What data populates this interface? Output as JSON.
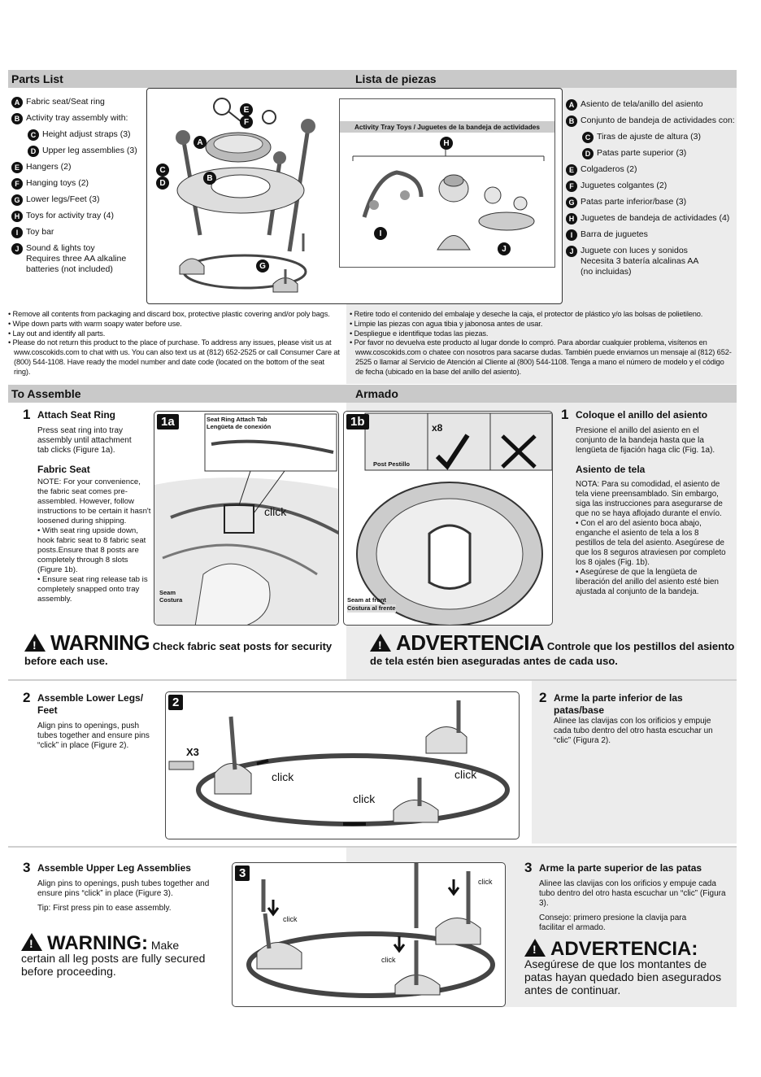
{
  "parts": {
    "en_title": "Parts List",
    "es_title": "Lista de piezas",
    "en_items": [
      {
        "id": "A",
        "text": "Fabric seat/Seat ring",
        "sub": false
      },
      {
        "id": "B",
        "text": "Activity tray assembly with:",
        "sub": false
      },
      {
        "id": "C",
        "text": "Height adjust straps (3)",
        "sub": true
      },
      {
        "id": "D",
        "text": "Upper leg assemblies (3)",
        "sub": true
      },
      {
        "id": "E",
        "text": "Hangers (2)",
        "sub": false
      },
      {
        "id": "F",
        "text": "Hanging toys (2)",
        "sub": false
      },
      {
        "id": "G",
        "text": "Lower legs/Feet (3)",
        "sub": false
      },
      {
        "id": "H",
        "text": "Toys for activity tray (4)",
        "sub": false
      },
      {
        "id": "I",
        "text": "Toy bar",
        "sub": false
      },
      {
        "id": "J",
        "text": "Sound & lights toy\nRequires three AA alkaline\nbatteries (not included)",
        "sub": false
      }
    ],
    "es_items": [
      {
        "id": "A",
        "text": "Asiento de tela/anillo del asiento",
        "sub": false
      },
      {
        "id": "B",
        "text": "Conjunto de bandeja de actividades con:",
        "sub": false
      },
      {
        "id": "C",
        "text": "Tiras de ajuste de altura (3)",
        "sub": true
      },
      {
        "id": "D",
        "text": "Patas parte superior (3)",
        "sub": true
      },
      {
        "id": "E",
        "text": "Colgaderos (2)",
        "sub": false
      },
      {
        "id": "F",
        "text": "Juguetes colgantes (2)",
        "sub": false
      },
      {
        "id": "G",
        "text": "Patas parte inferior/base (3)",
        "sub": false
      },
      {
        "id": "H",
        "text": "Juguetes de bandeja de actividades (4)",
        "sub": false
      },
      {
        "id": "I",
        "text": "Barra de juguetes",
        "sub": false
      },
      {
        "id": "J",
        "text": "Juguete con luces y sonidos\nNecesita 3 batería alcalinas AA\n(no incluidas)",
        "sub": false
      }
    ],
    "tray_toys_label": "Activity Tray Toys / Juguetes de la bandeja de actividades"
  },
  "bullets": {
    "en": [
      "• Remove all contents from packaging and discard box, protective plastic covering and/or poly bags.",
      "• Wipe down parts with warm soapy water before use.",
      "• Lay out and identify all parts.",
      "• Please do not return this product to the place of purchase. To address any issues, please visit us at www.coscokids.com to chat with us. You can also text us at (812) 652-2525 or call Consumer Care at (800) 544-1108. Have ready the model number and date code (located on the bottom of the seat ring)."
    ],
    "es": [
      "• Retire todo el contenido del embalaje y deseche la caja, el protector de plástico y/o las bolsas de polietileno.",
      "• Limpie las piezas con agua tibia y jabonosa antes de usar.",
      "• Despliegue e identifique todas las piezas.",
      "• Por favor no devuelva este producto al lugar donde lo compró. Para abordar cualquier problema, visítenos en www.coscokids.com o chatee con nosotros para sacarse dudas. También puede enviarnos un mensaje al (812) 652-2525 o llamar al Servicio de Atención al Cliente al (800) 544-1108. Tenga a mano el número de modelo y el código de fecha (ubicado en la base del anillo del asiento)."
    ]
  },
  "assemble": {
    "en_title": "To Assemble",
    "es_title": "Armado",
    "step1": {
      "num": "1",
      "en_title": "Attach Seat Ring",
      "en_text": "Press seat ring into tray assembly until attachment tab clicks (Figure 1a).",
      "en_sub": "Fabric Seat",
      "en_note": "NOTE: For your convenience, the fabric seat comes pre-assembled. However, follow instructions to be certain it hasn't loosened during shipping.\n• With seat ring upside down, hook fabric seat to 8 fabric seat posts.Ensure that 8 posts are completely through 8 slots (Figure 1b).\n• Ensure seat ring release tab is completely snapped onto tray assembly.",
      "es_title": "Coloque el anillo del asiento",
      "es_text": "Presione el anillo del asiento en el conjunto de la bandeja hasta que la lengüeta de fijación haga clic (Fig. 1a).",
      "es_sub": "Asiento de tela",
      "es_note": "NOTA: Para su comodidad, el asiento de tela viene preensamblado. Sin embargo, siga las instrucciones para asegurarse de que no se haya aflojado durante el envío.\n• Con el aro del asiento boca abajo, enganche el asiento de tela a los 8 pestillos de tela del asiento. Asegúrese de que los 8 seguros atraviesen por completo los 8 ojales (Fig. 1b).\n• Asegúrese de que la lengüeta de liberación del anillo del asiento esté bien ajustada al conjunto de la bandeja."
    },
    "fig1a": {
      "label": "1a",
      "tab_en": "Seat Ring Attach Tab",
      "tab_es": "Lengüeta de conexión",
      "click": "click",
      "seam_en": "Seam",
      "seam_es": "Costura"
    },
    "fig1b": {
      "label": "1b",
      "x8": "x8",
      "post": "Post Pestillo",
      "seam_en": "Seam at front",
      "seam_es": "Costura al frente"
    },
    "warn1_en": {
      "word": "WARNING",
      "text": "Check fabric seat posts for security before each use."
    },
    "warn1_es": {
      "word": "ADVERTENCIA",
      "text": "Controle que los pestillos del asiento de tela estén bien aseguradas antes de cada uso."
    },
    "step2": {
      "num": "2",
      "en_title": "Assemble Lower Legs/ Feet",
      "en_text": "Align pins to openings, push tubes together and ensure pins “click” in place (Figure 2).",
      "es_title": "Arme la parte inferior de las patas/base",
      "es_text": "Alinee las clavijas con los orificios y empuje cada tubo dentro del otro hasta escuchar un “clic” (Figura 2)."
    },
    "fig2": {
      "label": "2",
      "x3": "X3",
      "click": "click"
    },
    "step3": {
      "num": "3",
      "en_title": "Assemble Upper Leg Assemblies",
      "en_text": "Align pins to openings, push tubes together and ensure pins “click” in place (Figure 3).",
      "en_tip": "Tip: First press pin to ease assembly.",
      "es_title": "Arme la parte superior de las patas",
      "es_text": "Alinee las clavijas con los orificios y empuje cada tubo dentro del otro hasta escuchar un “clic” (Figura 3).",
      "es_tip": "Consejo: primero presione la clavija para facilitar el armado."
    },
    "fig3": {
      "label": "3",
      "click": "click"
    },
    "warn3_en": {
      "word": "WARNING:",
      "text": "Make certain all leg posts are fully secured before proceeding."
    },
    "warn3_es": {
      "word": "ADVERTENCIA:",
      "text": "Asegúrese de que los montantes de patas hayan quedado bien asegurados antes de continuar."
    }
  }
}
